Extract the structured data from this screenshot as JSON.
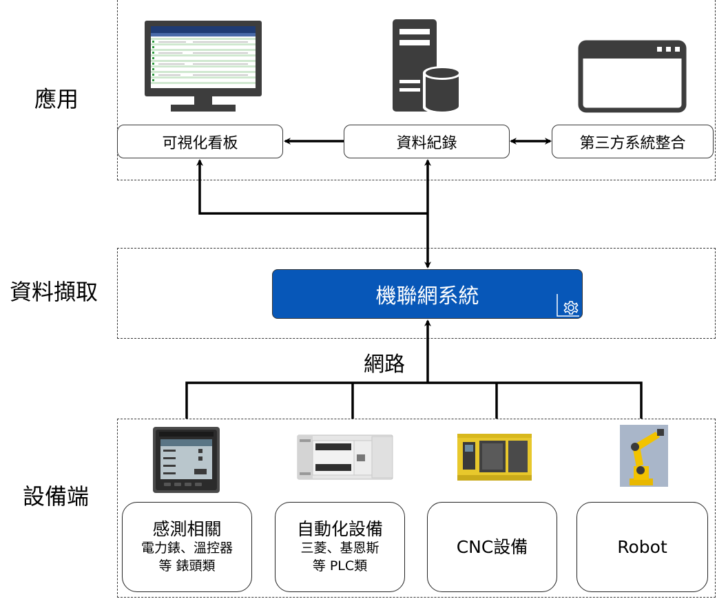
{
  "layers": {
    "application": "應用",
    "data_capture": "資料擷取",
    "device": "設備端"
  },
  "application": {
    "dashboard": "可視化看板",
    "data_record": "資料紀錄",
    "third_party": "第三方系統整合"
  },
  "core_system": "機聯網系統",
  "network_label": "網路",
  "devices": [
    {
      "title": "感測相關",
      "sub1": "電力錶、溫控器",
      "sub2": "等 錶頭類",
      "icon": "power-meter-icon"
    },
    {
      "title": "自動化設備",
      "sub1": "三菱、基恩斯",
      "sub2": "等 PLC類",
      "icon": "plc-icon"
    },
    {
      "title": "CNC設備",
      "icon": "cnc-machine-icon"
    },
    {
      "title": "Robot",
      "icon": "robot-arm-icon"
    }
  ],
  "colors": {
    "core_fill": "#0757b8",
    "icon_gray": "#3d3d3d",
    "robot_yellow": "#f2c300",
    "cnc_yellow": "#e8c82c"
  }
}
